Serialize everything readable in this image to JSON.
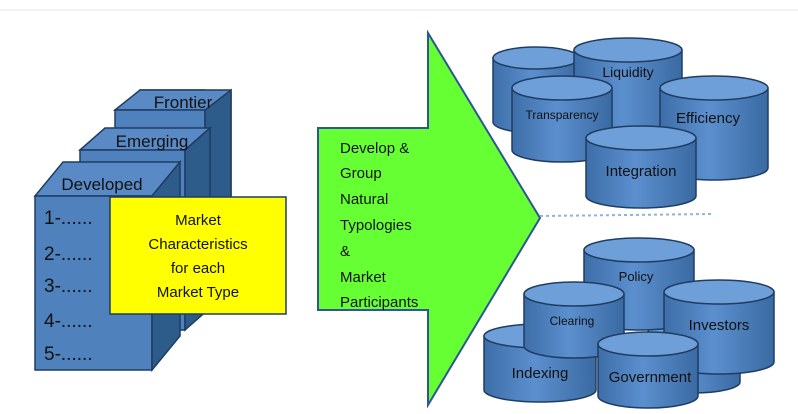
{
  "market_types": {
    "frontier": "Frontier",
    "emerging": "Emerging",
    "developed": "Developed"
  },
  "list_items": [
    "1-......",
    "2-......",
    "3-......",
    "4-......",
    "5-......"
  ],
  "market_characteristics": [
    "Market",
    "Characteristics",
    "for each",
    "Market Type"
  ],
  "arrow_text": [
    "Develop &",
    "Group",
    "Natural",
    "Typologies",
    "&",
    "Market",
    "Participants"
  ],
  "top_cylinders": [
    "Liquidity",
    "Transparency",
    "Efficiency",
    "Integration"
  ],
  "bottom_cylinders": [
    "Policy",
    "Clearing",
    "Investors",
    "Indexing",
    "Government"
  ],
  "colors": {
    "box_blue": "#4f81bd",
    "box_blue_dark": "#2e5c8a",
    "box_outline": "#1f3d63",
    "yellow": "#ffff00",
    "green": "#66ff33",
    "arrow_outline": "#2f5597"
  }
}
